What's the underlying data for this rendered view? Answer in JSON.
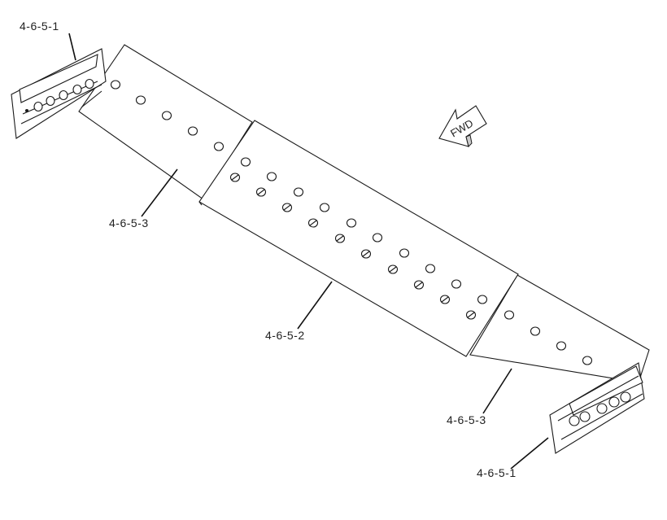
{
  "callouts": {
    "end_bit_left": "4-6-5-1",
    "cutting_edge_left": "4-6-5-3",
    "cutting_edge_center": "4-6-5-2",
    "cutting_edge_right": "4-6-5-3",
    "end_bit_right": "4-6-5-1"
  },
  "direction_arrow": {
    "label": "FWD"
  },
  "colors": {
    "ink": "#1a1a1a",
    "paper": "#ffffff"
  }
}
